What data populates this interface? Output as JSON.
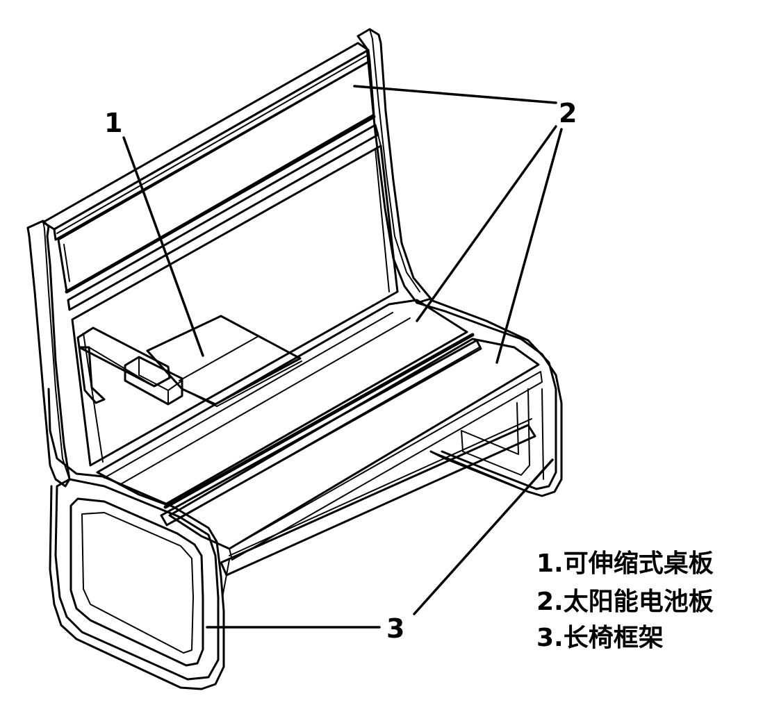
{
  "callouts": {
    "desk": "1",
    "solar": "2",
    "frame": "3"
  },
  "legend": [
    "1.可伸缩式桌板",
    "2.太阳能电池板",
    "3.长椅框架"
  ],
  "colors": {
    "line": "#000000",
    "background": "#ffffff"
  }
}
